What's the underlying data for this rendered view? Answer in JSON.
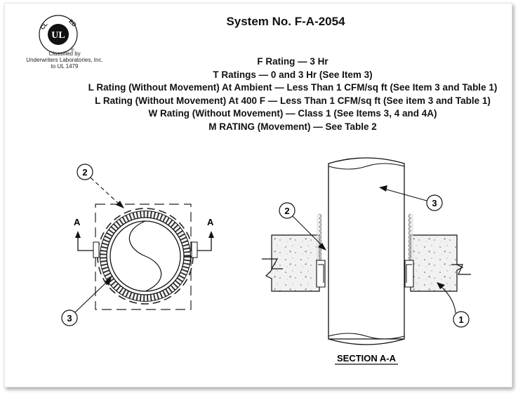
{
  "header": {
    "system_title": "System No. F-A-2054",
    "logo_text_left": "CL",
    "logo_text_right": "ED",
    "logo_mark": "UL",
    "classified_line1": "Classified by",
    "classified_line2": "Underwriters Laboratories, Inc.",
    "classified_line3": "to UL 1479"
  },
  "ratings": [
    "F Rating — 3 Hr",
    "T Ratings — 0 and 3 Hr (See Item 3)",
    "L Rating (Without Movement) At Ambient — Less Than 1 CFM/sq ft (See Item 3 and Table 1)",
    "L Rating (Without Movement) At 400 F — Less Than 1 CFM/sq ft (See item 3 and Table 1)",
    "W Rating (Without Movement)  — Class 1 (See Items 3, 4 and 4A)",
    "M RATING (Movement) — See Table 2"
  ],
  "plan_view": {
    "callout_top": "2",
    "callout_bottom": "3",
    "section_mark_left": "A",
    "section_mark_right": "A"
  },
  "section_view": {
    "callout_pipe": "3",
    "callout_sealant": "2",
    "callout_floor": "1",
    "caption": "SECTION A-A"
  }
}
